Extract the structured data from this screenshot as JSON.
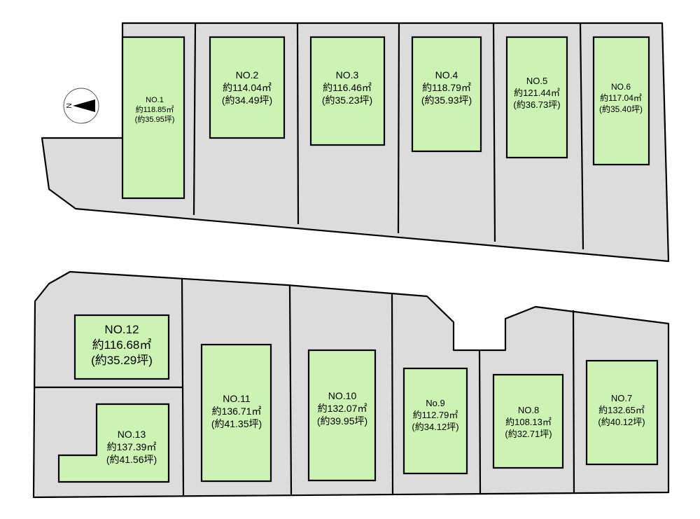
{
  "compass": {
    "north_letter": "N",
    "icon": "north-arrow-icon"
  },
  "colors": {
    "road": "#dcdcdc",
    "buildable": "#ccf3b4",
    "outline": "#000000"
  },
  "lots": [
    {
      "no": "NO.1",
      "area_m2": "約118.85㎡",
      "area_tsubo": "(約35.95坪)"
    },
    {
      "no": "NO.2",
      "area_m2": "約114.04㎡",
      "area_tsubo": "(約34.49坪)"
    },
    {
      "no": "NO.3",
      "area_m2": "約116.46㎡",
      "area_tsubo": "(約35.23坪)"
    },
    {
      "no": "NO.4",
      "area_m2": "約118.79㎡",
      "area_tsubo": "(約35.93坪)"
    },
    {
      "no": "NO.5",
      "area_m2": "約121.44㎡",
      "area_tsubo": "(約36.73坪)"
    },
    {
      "no": "NO.6",
      "area_m2": "約117.04㎡",
      "area_tsubo": "(約35.40坪)"
    },
    {
      "no": "NO.7",
      "area_m2": "約132.65㎡",
      "area_tsubo": "(約40.12坪)"
    },
    {
      "no": "NO.8",
      "area_m2": "約108.13㎡",
      "area_tsubo": "(約32.71坪)"
    },
    {
      "no": "No.9",
      "area_m2": "約112.79㎡",
      "area_tsubo": "(約34.12坪)"
    },
    {
      "no": "NO.10",
      "area_m2": "約132.07㎡",
      "area_tsubo": "(約39.95坪)"
    },
    {
      "no": "NO.11",
      "area_m2": "約136.71㎡",
      "area_tsubo": "(約41.35坪)"
    },
    {
      "no": "NO.12",
      "area_m2": "約116.68㎡",
      "area_tsubo": "(約35.29坪)"
    },
    {
      "no": "NO.13",
      "area_m2": "約137.39㎡",
      "area_tsubo": "(約41.56坪)"
    }
  ]
}
